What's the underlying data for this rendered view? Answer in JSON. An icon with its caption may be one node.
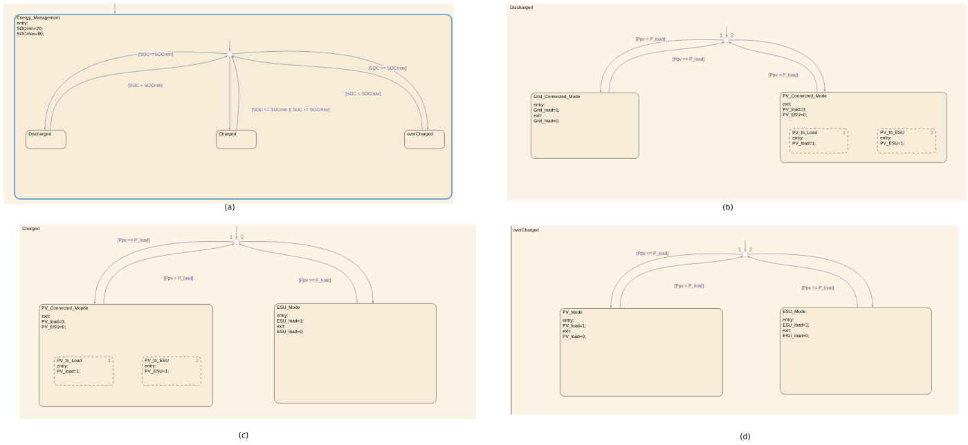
{
  "diagram": {
    "nodes": [
      {
        "text": [
          "Energy_Management",
          "entry:",
          "SOCmin=20;",
          "SOCmax=80;"
        ]
      },
      {
        "text": [],
        "shape": "circle",
        "in": 0
      },
      {
        "text": [
          "Discharged"
        ],
        "in": 0
      },
      {
        "text": [
          "Charged"
        ],
        "in": 0
      },
      {
        "text": [
          "overCharged"
        ],
        "in": 0
      },
      {
        "text": [
          "Discharged"
        ]
      },
      {
        "text": [],
        "shape": "circle",
        "in": 5,
        "beside": [
          "1",
          "2"
        ]
      },
      {
        "text": [
          "Grid_Connected_Mode",
          "entry:",
          "Grid_load=1;",
          "exit:",
          "Grid_load=0;"
        ],
        "in": 5
      },
      {
        "text": [
          "PV_Connected_Mode",
          "exit:",
          "PV_load=0;",
          "PV_ESU=0;"
        ],
        "in": 5
      },
      {
        "text": [
          "PV_to_Load",
          "entry:",
          "PV_load=1;",
          "1"
        ],
        "in": 8
      },
      {
        "text": [
          "PV_to_ESU",
          "entry:",
          "PV_ESU=1;",
          "2"
        ],
        "in": 8
      },
      {
        "text": [
          "Charged"
        ]
      },
      {
        "text": [],
        "shape": "circle",
        "in": 11,
        "beside": [
          "1",
          "2"
        ]
      },
      {
        "text": [
          "PV_Connected_Mopde",
          "exit:",
          "PV_load=0;",
          "PV_ESU=0;"
        ],
        "in": 11
      },
      {
        "text": [
          "PV_to_Load",
          "entry:",
          "PV_load=1;",
          "1"
        ],
        "in": 13
      },
      {
        "text": [
          "PV_to_ESU",
          "entry:",
          "PV_ESU=1;",
          "2"
        ],
        "in": 13
      },
      {
        "text": [
          "ESU_Mode",
          "entry:",
          "ESU_load=1;",
          "exit:",
          "ESU_load=0;"
        ],
        "in": 11
      },
      {
        "text": [
          "overCharged"
        ]
      },
      {
        "text": [],
        "shape": "circle",
        "in": 17,
        "beside": [
          "1",
          "2"
        ]
      },
      {
        "text": [
          "PV_Mode",
          "entry:",
          "PV_load=1;",
          "exit:",
          "PV_load=0;"
        ],
        "in": 17
      },
      {
        "text": [
          "ESU_Mode",
          "entry:",
          "ESU_load=1;",
          "exit:",
          "ESU_load=0;"
        ],
        "in": 17
      }
    ],
    "edges": [
      {
        "from": null,
        "to": 0,
        "arrow": "to"
      },
      {
        "from": null,
        "to": 1,
        "arrow": "to"
      },
      {
        "from": 1,
        "to": 2,
        "arrow": "to",
        "label": "[SOC<=SOCmin]"
      },
      {
        "from": 2,
        "to": 1,
        "arrow": "to",
        "label": "[SOC > SOCmin]"
      },
      {
        "from": 1,
        "to": 3,
        "arrow": "to"
      },
      {
        "from": 3,
        "to": 1,
        "arrow": "to",
        "label": "[SOC <= SOCmin || SOC >= SOCmax]"
      },
      {
        "from": 1,
        "to": 4,
        "arrow": "to",
        "label": "[SOC >= SOCmax]"
      },
      {
        "from": 4,
        "to": 1,
        "arrow": "to",
        "label": "[SOC < SOCmax]"
      },
      {
        "from": null,
        "to": 6,
        "arrow": "to"
      },
      {
        "from": 6,
        "to": 7,
        "arrow": "to",
        "label": "[Ppv < P_load]"
      },
      {
        "from": 7,
        "to": 6,
        "arrow": "to",
        "label": "[Ppv >= P_load]"
      },
      {
        "from": 8,
        "to": 6,
        "arrow": "to",
        "label": "[Ppv < P_load]"
      },
      {
        "from": 6,
        "to": 8,
        "arrow": "to"
      },
      {
        "from": null,
        "to": 12,
        "arrow": "to"
      },
      {
        "from": 12,
        "to": 13,
        "arrow": "to",
        "label": "[Ppv >= P_load]"
      },
      {
        "from": 13,
        "to": 12,
        "arrow": "to",
        "label": "[Ppv < P_load]"
      },
      {
        "from": 16,
        "to": 12,
        "arrow": "to",
        "label": "[Ppv >= P_load]"
      },
      {
        "from": 12,
        "to": 16,
        "arrow": "to"
      },
      {
        "from": null,
        "to": 18,
        "arrow": "to"
      },
      {
        "from": 18,
        "to": 19,
        "arrow": "to",
        "label": "[Ppv >= P_load]"
      },
      {
        "from": 19,
        "to": 18,
        "arrow": "to",
        "label": "[Ppv < P_load]"
      },
      {
        "from": 20,
        "to": 18,
        "arrow": "to",
        "label": "[Ppv >= P_load]"
      },
      {
        "from": 18,
        "to": 20,
        "arrow": "to"
      }
    ],
    "labels": [
      "(a)",
      "(b)",
      "(c)",
      "(d)"
    ]
  }
}
